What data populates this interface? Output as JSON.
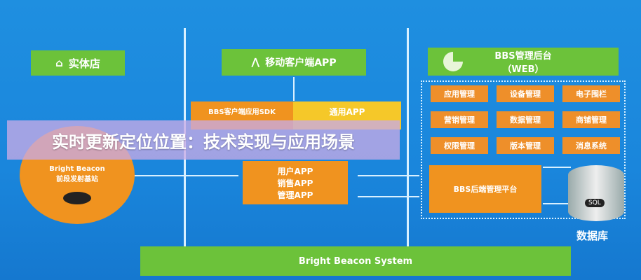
{
  "title": "实时更新定位位置：技术实现与应用场景",
  "store": {
    "label": "实体店",
    "icon": "home-icon"
  },
  "mobile": {
    "label": "移动客户端APP",
    "icon": "signal-icon"
  },
  "bbs": {
    "line1": "BBS管理后台",
    "line2": "（WEB）",
    "icon": "pie-chart-icon"
  },
  "modules": [
    "应用管理",
    "设备管理",
    "电子围栏",
    "营销管理",
    "数据管理",
    "商铺管理",
    "权限管理",
    "版本管理",
    "消息系统"
  ],
  "sdk": "BBS客户端应用SDK",
  "generic_app": "通用APP",
  "apps": [
    "用户APP",
    "销售APP",
    "管理APP"
  ],
  "beacon": {
    "line1": "Bright Beacon",
    "line2": "前段发射基站"
  },
  "backend": "BBS后端管理平台",
  "database": {
    "label": "数据库",
    "badge": "SQL"
  },
  "system": "Bright Beacon System",
  "colors": {
    "background": "#1a86dc",
    "green": "#6cc23a",
    "orange": "#f0931f",
    "yellow": "#f5c829"
  }
}
